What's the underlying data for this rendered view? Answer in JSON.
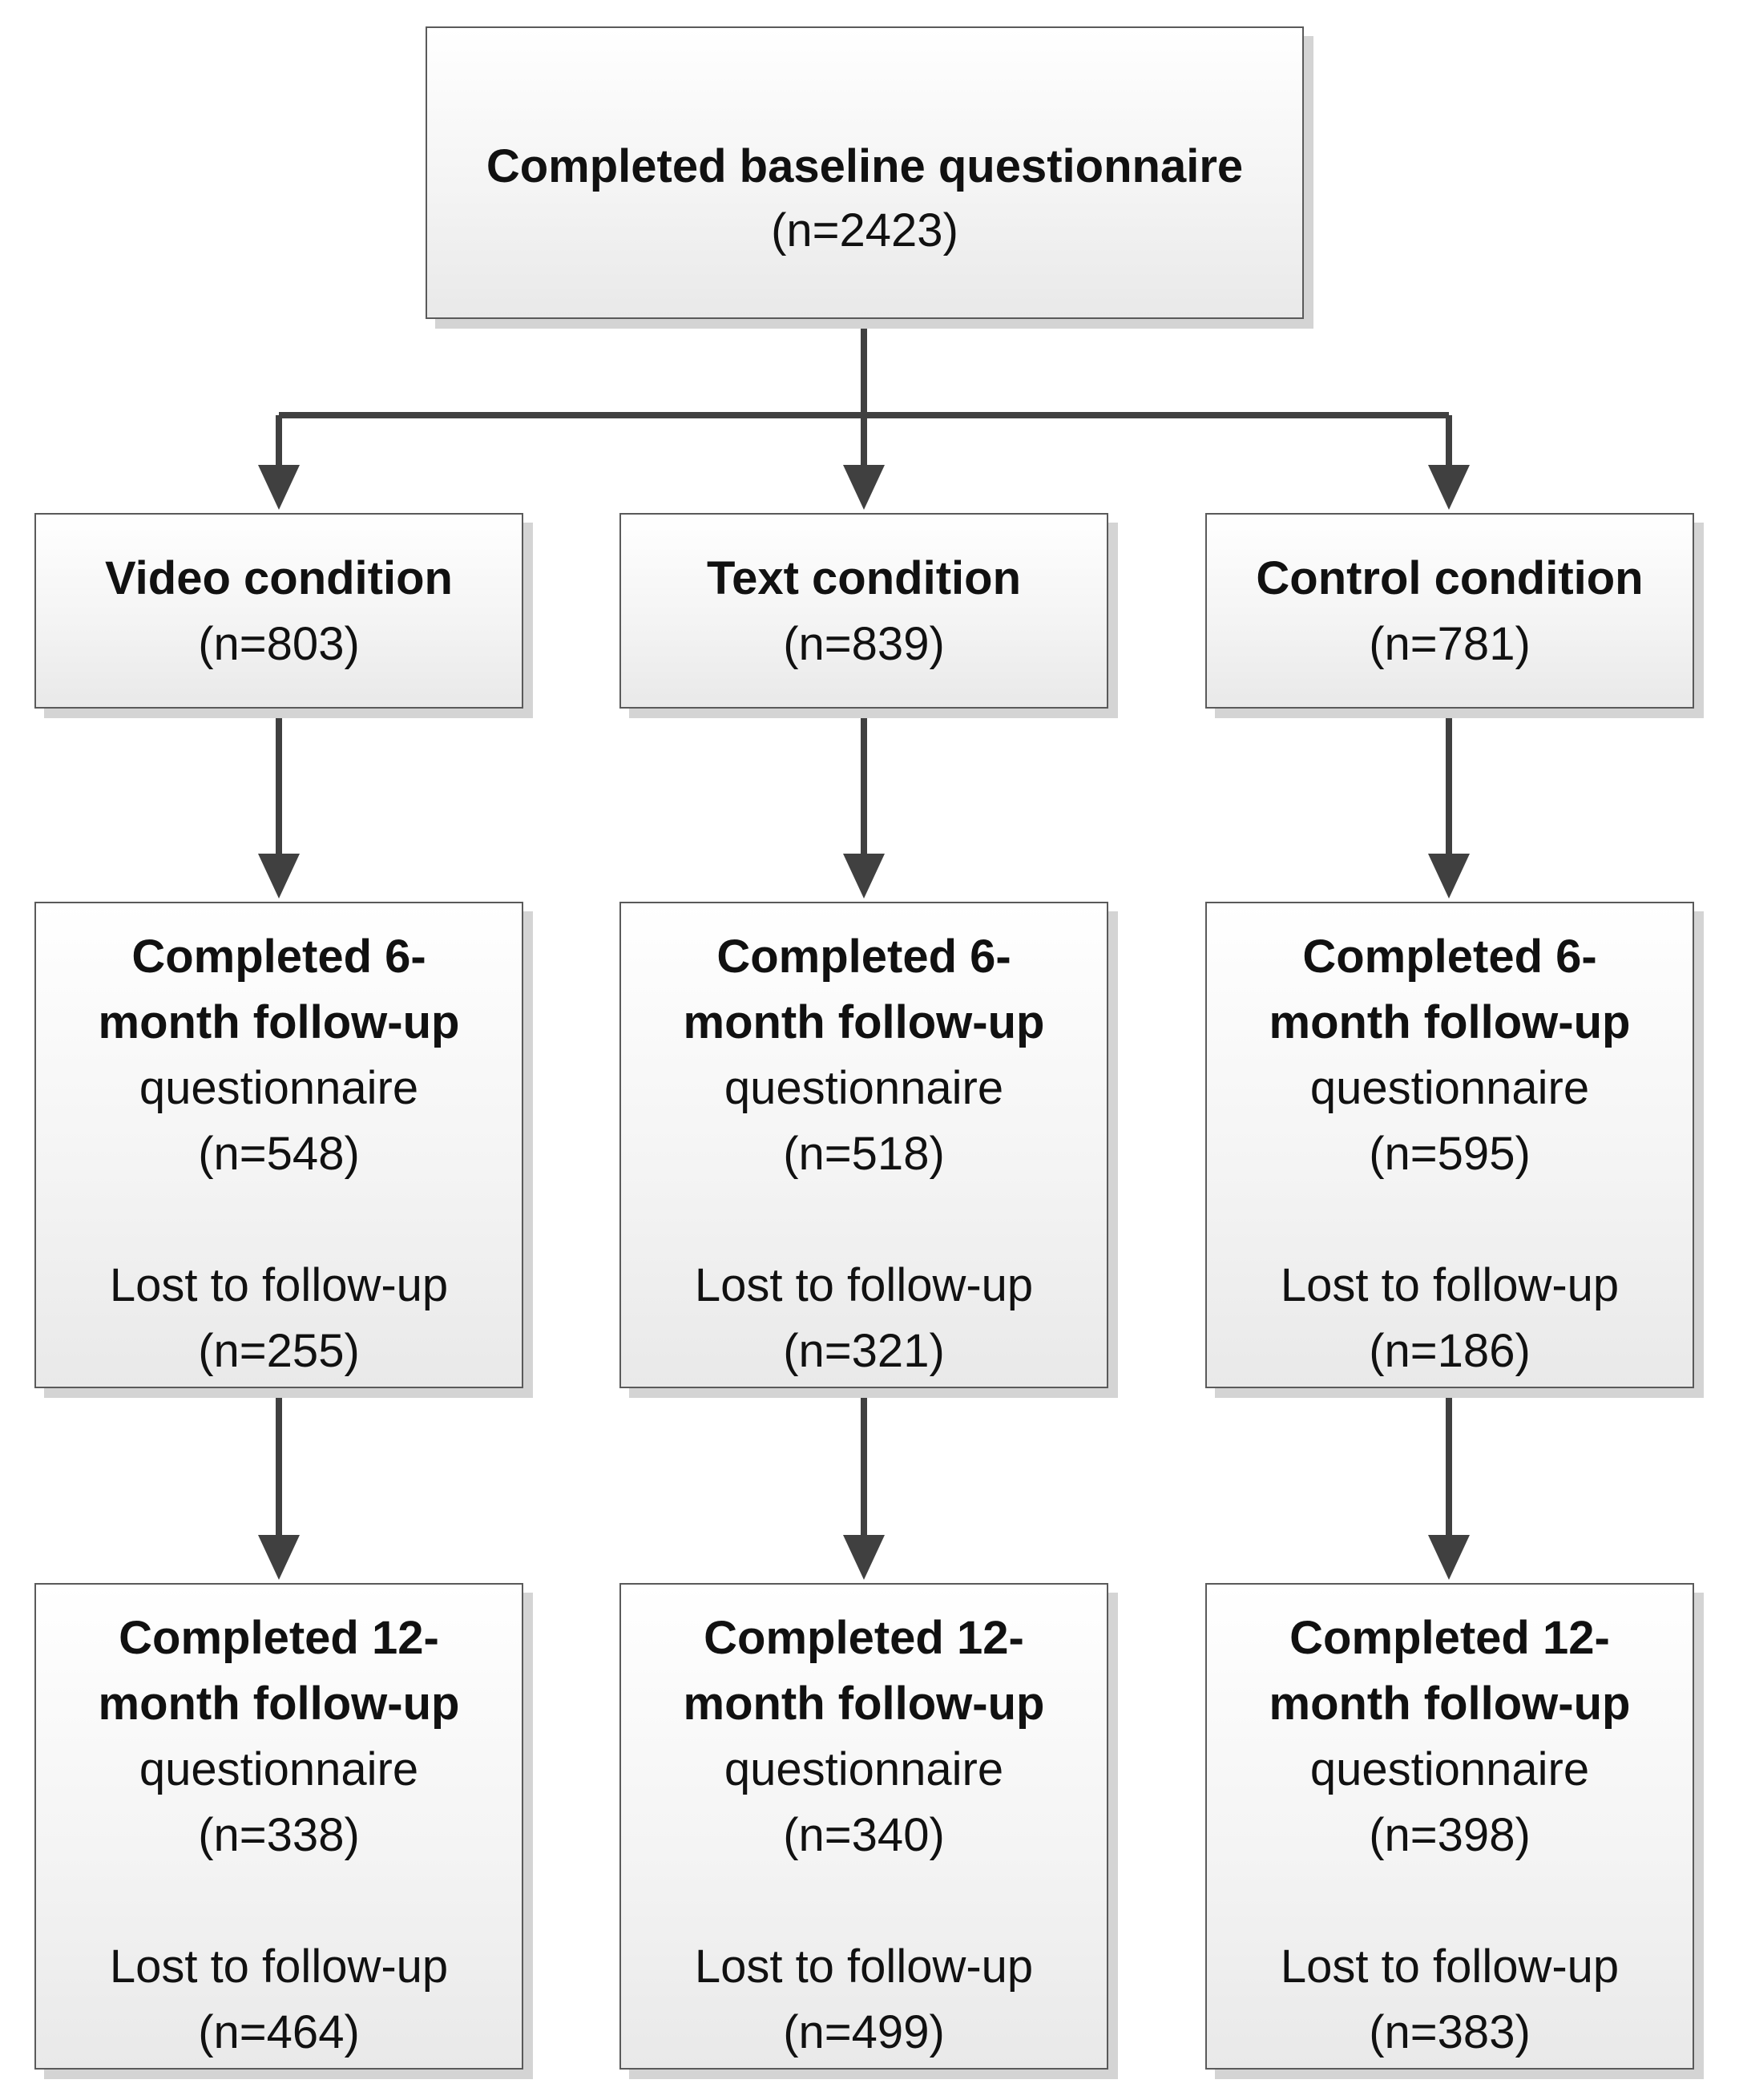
{
  "baseline": {
    "title": "Completed baseline questionnaire",
    "n": "(n=2423)"
  },
  "conditions": [
    {
      "title": "Video condition",
      "n": "(n=803)"
    },
    {
      "title": "Text condition",
      "n": "(n=839)"
    },
    {
      "title": "Control condition",
      "n": "(n=781)"
    }
  ],
  "followup6": [
    {
      "title_line1": "Completed 6-",
      "title_line2": "month follow-up",
      "subtitle": "questionnaire",
      "n": "(n=548)",
      "lost_label": "Lost to follow-up",
      "lost_n": "(n=255)"
    },
    {
      "title_line1": "Completed 6-",
      "title_line2": "month follow-up",
      "subtitle": "questionnaire",
      "n": "(n=518)",
      "lost_label": "Lost to follow-up",
      "lost_n": "(n=321)"
    },
    {
      "title_line1": "Completed 6-",
      "title_line2": "month follow-up",
      "subtitle": "questionnaire",
      "n": "(n=595)",
      "lost_label": "Lost to follow-up",
      "lost_n": "(n=186)"
    }
  ],
  "followup12": [
    {
      "title_line1": "Completed 12-",
      "title_line2": "month follow-up",
      "subtitle": "questionnaire",
      "n": "(n=338)",
      "lost_label": "Lost to follow-up",
      "lost_n": "(n=464)"
    },
    {
      "title_line1": "Completed 12-",
      "title_line2": "month follow-up",
      "subtitle": "questionnaire",
      "n": "(n=340)",
      "lost_label": "Lost to follow-up",
      "lost_n": "(n=499)"
    },
    {
      "title_line1": "Completed 12-",
      "title_line2": "month follow-up",
      "subtitle": "questionnaire",
      "n": "(n=398)",
      "lost_label": "Lost to follow-up",
      "lost_n": "(n=383)"
    }
  ],
  "colors": {
    "connector": "#404040",
    "box_border": "#5a5a5a"
  }
}
